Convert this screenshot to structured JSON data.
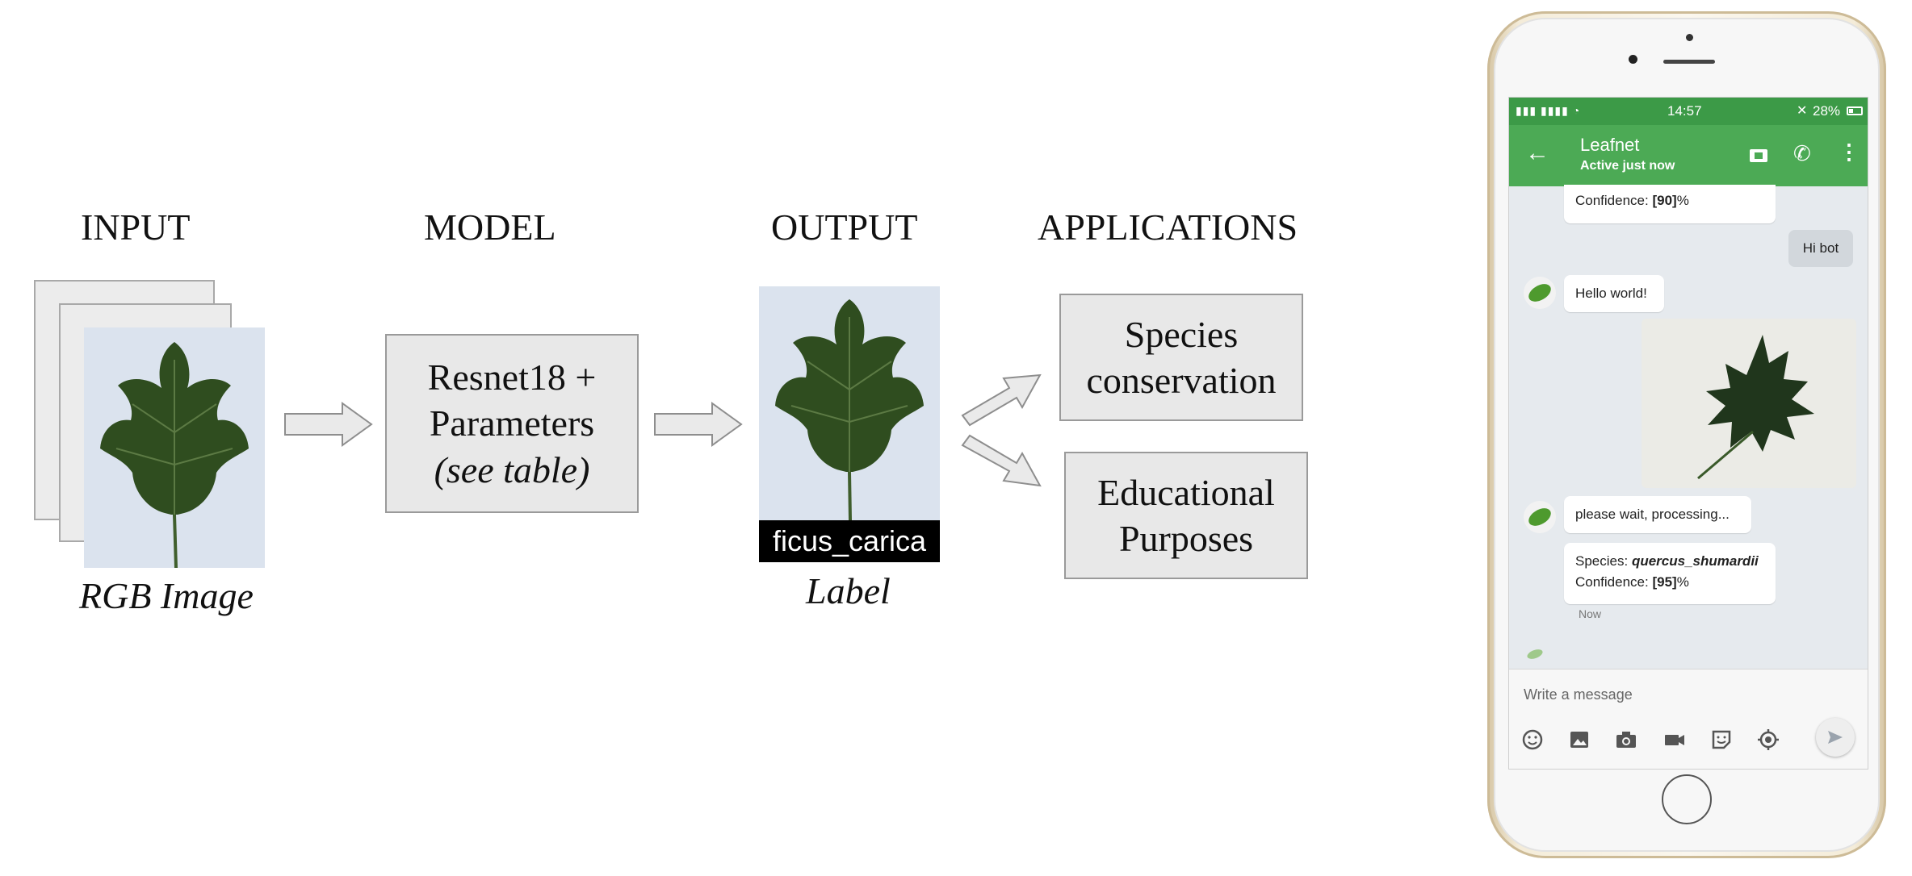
{
  "diagram": {
    "headings": {
      "input": "INPUT",
      "model": "MODEL",
      "output": "OUTPUT",
      "applications": "APPLICATIONS"
    },
    "input_caption": "RGB Image",
    "model_box": {
      "line1": "Resnet18 +",
      "line2": "Parameters",
      "line3": "(see table)"
    },
    "output_label": "ficus_carica",
    "output_caption": "Label",
    "applications": [
      {
        "line1": "Species",
        "line2": "conservation"
      },
      {
        "line1": "Educational",
        "line2": "Purposes"
      }
    ]
  },
  "phone": {
    "status": {
      "time": "14:57",
      "battery": "28%"
    },
    "header": {
      "title": "Leafnet",
      "subtitle": "Active just now"
    },
    "messages": {
      "prev_confidence_label": "Confidence: ",
      "prev_confidence_value": "[90]",
      "prev_confidence_suffix": "%",
      "user_text": "Hi bot",
      "bot_hello": "Hello world!",
      "bot_wait": "please wait, processing...",
      "species_label": "Species: ",
      "species_value": "quercus_shumardii",
      "confidence_label": "Confidence: ",
      "confidence_value": "[95]",
      "confidence_suffix": "%",
      "timestamp": "Now"
    },
    "input_placeholder": "Write a message",
    "icons": [
      "emoji-icon",
      "image-icon",
      "camera-icon",
      "video-icon",
      "sticker-icon",
      "location-icon",
      "send-icon"
    ]
  }
}
